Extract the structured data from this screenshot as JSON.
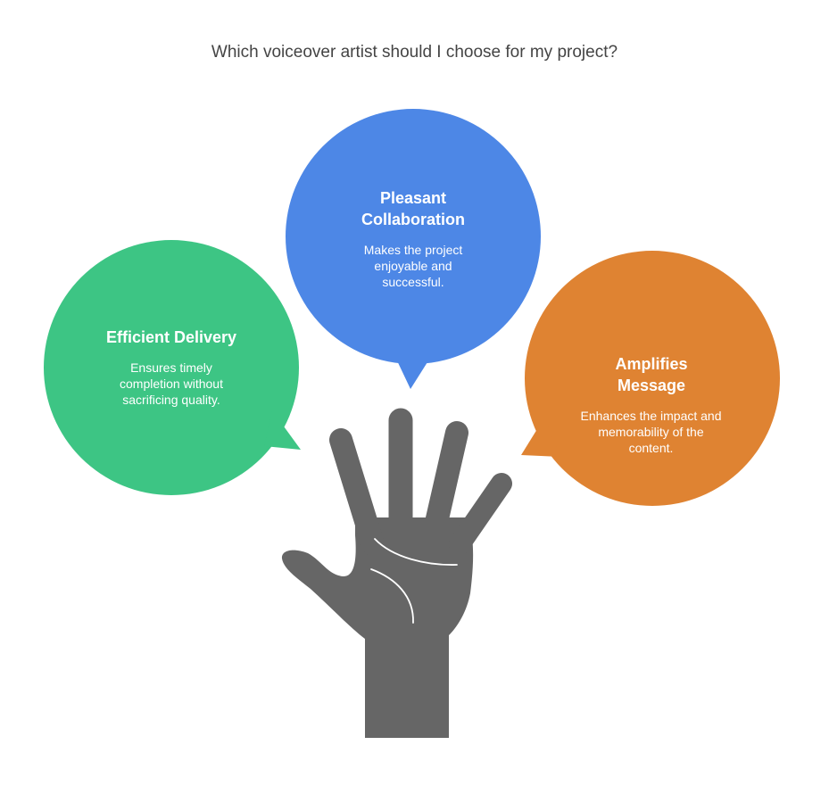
{
  "title": "Which voiceover artist should I choose for my project?",
  "bubbles": [
    {
      "heading": "Efficient Delivery",
      "description": "Ensures timely completion without sacrificing quality.",
      "color": "#3dc584"
    },
    {
      "heading": "Pleasant Collaboration",
      "description": "Makes the project enjoyable and successful.",
      "color": "#4d87e6"
    },
    {
      "heading": "Amplifies Message",
      "description": "Enhances the impact and memorability of the content.",
      "color": "#df8332"
    }
  ],
  "hand": {
    "color": "#666666",
    "icon": "raised-hand-icon"
  }
}
